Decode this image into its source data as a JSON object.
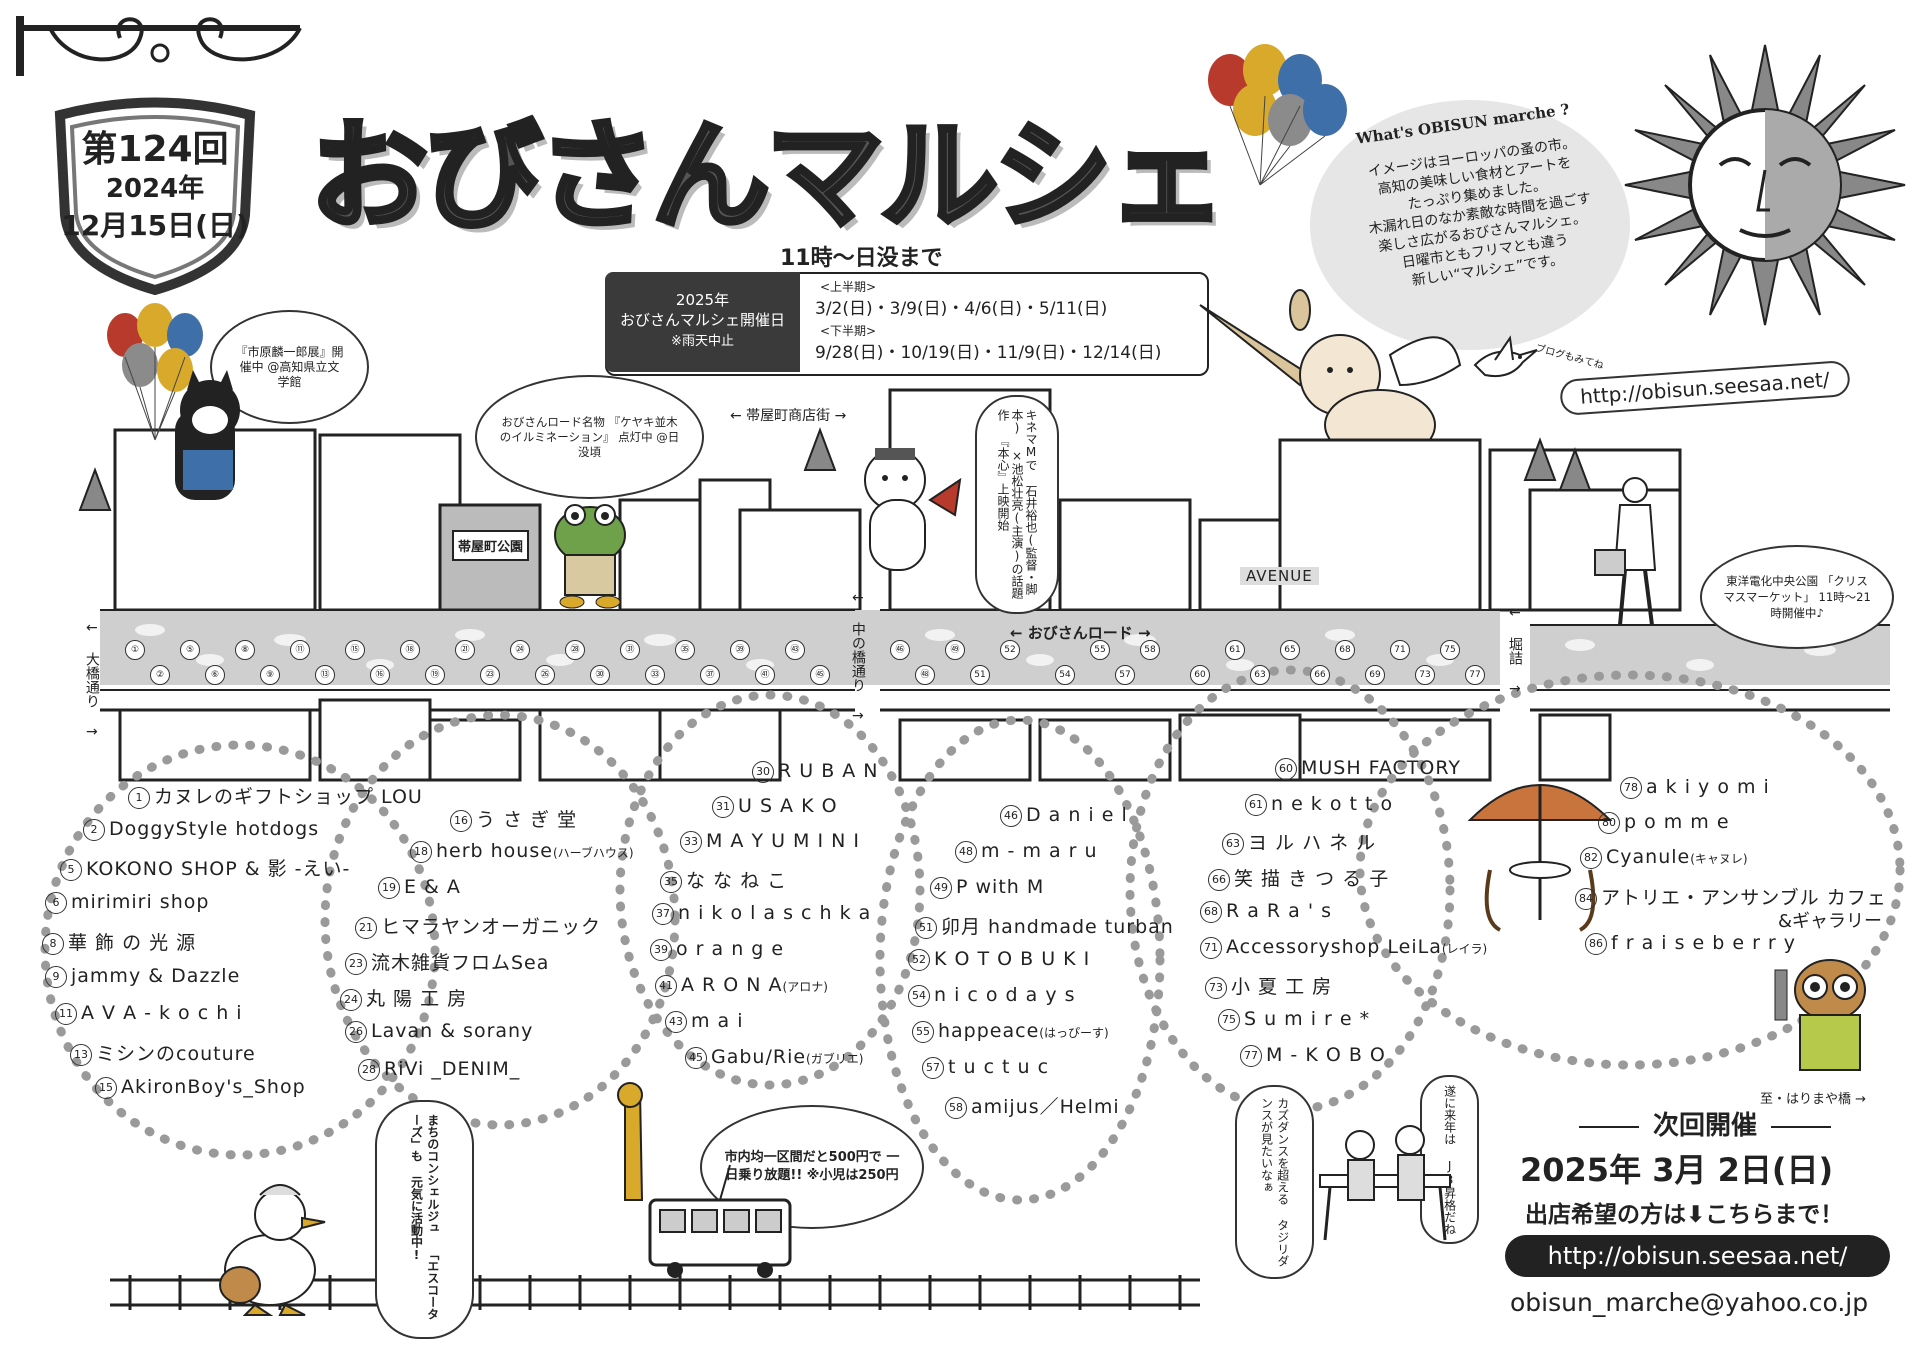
{
  "edition": {
    "number_label": "第124回",
    "year": "2024年",
    "date": "12月15日(日)"
  },
  "title": "おびさんマルシェ",
  "hours": "11時〜日没まで",
  "schedule": {
    "box_title_1": "2025年",
    "box_title_2": "おびさんマルシェ開催日",
    "rain_note": "※雨天中止",
    "first_half_label": "<上半期>",
    "first_half_dates": "3/2(日)・3/9(日)・4/6(日)・5/11(日)",
    "second_half_label": "<下半期>",
    "second_half_dates": "9/28(日)・10/19(日)・11/9(日)・12/14(日)"
  },
  "about": {
    "heading": "What's OBISUN marche ?",
    "lines": [
      "イメージはヨーロッパの蚤の市。",
      "高知の美味しい食材とアートを",
      "たっぷり集めました。",
      "木漏れ日のなか素敵な時間を過ごす",
      "楽しさ広がるおびさんマルシェ。",
      "日曜市ともフリマとも違う",
      "新しい“マルシェ”です。"
    ]
  },
  "blog": {
    "note": "ブログもみてね",
    "url": "http://obisun.seesaa.net/"
  },
  "callouts": {
    "museum": "『市原麟一郎展』開催中 @高知県立文学館",
    "illumination": "おびさんロード名物 『ケヤキ並木のイルミネーション』 点灯中 @日没頃",
    "cinema": "キネマMで 石井裕也(監督・脚本) ×池松壮亮(主演)の話題作 『本心』上映開始",
    "christmas": "東洋電化中央公園 「クリスマスマーケット」 11時〜21時開催中♪",
    "concierge": "まちのコンシェルジュ 「エスコーターズ」も 元気に活動中!",
    "tram": "市内均一区間だと500円で 一日乗り放題!! ※小児は250円",
    "dance": "カズダンスを超える タジリダンスが見たいなぁ",
    "j3": "遂に来年は J3昇格だね"
  },
  "map_labels": {
    "shotengai": "← 帯屋町商店街 →",
    "obisun_road": "← おびさんロード →",
    "park": "帯屋町公園",
    "avenue": "AVENUE",
    "ohashi": "← 大橋通り →",
    "nakanohashi": "← 中の橋通り →",
    "horizume": "← 堀詰 →",
    "harimaya": "至・はりまや橋 →"
  },
  "map_numbers_top": [
    "①",
    "⑤",
    "⑧",
    "⑪",
    "⑮",
    "⑱",
    "㉑",
    "㉔",
    "㉘",
    "㉛",
    "㉟",
    "㊴",
    "㊸",
    "㊻",
    "㊾",
    "52",
    "55",
    "58",
    "61",
    "65",
    "68",
    "71",
    "75"
  ],
  "map_numbers_bottom": [
    "②",
    "⑥",
    "⑨",
    "⑬",
    "⑯",
    "⑲",
    "㉓",
    "㉖",
    "㉚",
    "㉝",
    "㊲",
    "㊶",
    "㊺",
    "㊽",
    "51",
    "54",
    "57",
    "60",
    "63",
    "66",
    "69",
    "73",
    "77"
  ],
  "vendors_group1": [
    {
      "num": "1",
      "name": "カヌレのギフトショップ LOU"
    },
    {
      "num": "2",
      "name": "DoggyStyle hotdogs"
    },
    {
      "num": "5",
      "name": "KOKONO SHOP & 影 -えい-"
    },
    {
      "num": "6",
      "name": "mirimiri shop"
    },
    {
      "num": "8",
      "name": "華 飾 の 光 源"
    },
    {
      "num": "9",
      "name": "jammy & Dazzle"
    },
    {
      "num": "11",
      "name": "A V A - k o c h i"
    },
    {
      "num": "13",
      "name": "ミシンのcouture"
    },
    {
      "num": "15",
      "name": "AkironBoy's_Shop"
    }
  ],
  "vendors_group2": [
    {
      "num": "16",
      "name": "う さ ぎ 堂",
      "sub": ""
    },
    {
      "num": "18",
      "name": "herb house",
      "sub": "(ハーブハウス)"
    },
    {
      "num": "19",
      "name": "E & A",
      "sub": ""
    },
    {
      "num": "21",
      "name": "ヒマラヤンオーガニック",
      "sub": ""
    },
    {
      "num": "23",
      "name": "流木雑貨フロムSea",
      "sub": ""
    },
    {
      "num": "24",
      "name": "丸 陽 工 房",
      "sub": ""
    },
    {
      "num": "26",
      "name": "Lavan & sorany",
      "sub": ""
    },
    {
      "num": "28",
      "name": "RiVi _DENIM_",
      "sub": ""
    }
  ],
  "vendors_group3": [
    {
      "num": "30",
      "name": "R U B A N",
      "sub": ""
    },
    {
      "num": "31",
      "name": "U S A K O",
      "sub": ""
    },
    {
      "num": "33",
      "name": "M A Y U M I N I",
      "sub": ""
    },
    {
      "num": "35",
      "name": "な な ね こ",
      "sub": ""
    },
    {
      "num": "37",
      "name": "n i k o l a s c h k a",
      "sub": ""
    },
    {
      "num": "39",
      "name": "o r a n g e",
      "sub": ""
    },
    {
      "num": "41",
      "name": "A R O N A",
      "sub": "(アロナ)"
    },
    {
      "num": "43",
      "name": "m a i",
      "sub": ""
    },
    {
      "num": "45",
      "name": "Gabu/Rie",
      "sub": "(ガブリエ)"
    }
  ],
  "vendors_group4": [
    {
      "num": "46",
      "name": "D a n i e l",
      "sub": ""
    },
    {
      "num": "48",
      "name": "m - m a r u",
      "sub": ""
    },
    {
      "num": "49",
      "name": "P with M",
      "sub": ""
    },
    {
      "num": "51",
      "name": "卯月 handmade turban",
      "sub": ""
    },
    {
      "num": "52",
      "name": "K O T O B U K I",
      "sub": ""
    },
    {
      "num": "54",
      "name": "n i c o d a y s",
      "sub": ""
    },
    {
      "num": "55",
      "name": "happeace",
      "sub": "(はっぴーす)"
    },
    {
      "num": "57",
      "name": "t u c t u c",
      "sub": ""
    },
    {
      "num": "58",
      "name": "amijus／Helmi",
      "sub": ""
    }
  ],
  "vendors_group5": [
    {
      "num": "60",
      "name": "MUSH FACTORY",
      "sub": ""
    },
    {
      "num": "61",
      "name": "n e k o t t o",
      "sub": ""
    },
    {
      "num": "63",
      "name": "ヨ ル ハ ネ ル",
      "sub": ""
    },
    {
      "num": "66",
      "name": "笑 描 き つ る 子",
      "sub": ""
    },
    {
      "num": "68",
      "name": "R a R a ' s",
      "sub": ""
    },
    {
      "num": "71",
      "name": "Accessoryshop LeiLa",
      "sub": "(レイラ)"
    },
    {
      "num": "73",
      "name": "小 夏 工 房",
      "sub": ""
    },
    {
      "num": "75",
      "name": "S u m i r e *",
      "sub": ""
    },
    {
      "num": "77",
      "name": "M - K O B O",
      "sub": ""
    }
  ],
  "vendors_group6": [
    {
      "num": "78",
      "name": "a k i y o m i",
      "sub": ""
    },
    {
      "num": "80",
      "name": "p o m m e",
      "sub": ""
    },
    {
      "num": "82",
      "name": "Cyanule",
      "sub": "(キャヌレ)"
    },
    {
      "num": "84",
      "name": "アトリエ・アンサンブル カフェ",
      "sub": "&ギャラリー"
    },
    {
      "num": "86",
      "name": "f r a i s e b e r r y",
      "sub": ""
    }
  ],
  "next": {
    "heading": "次回開催",
    "date": "2025年 3月 2日(日)",
    "apply": "出店希望の方は⬇こちらまで！",
    "url": "http://obisun.seesaa.net/",
    "email": "obisun_marche@yahoo.co.jp"
  },
  "colors": {
    "balloon_red": "#b73a2c",
    "balloon_yellow": "#d9a92b",
    "balloon_blue": "#3f6fa8",
    "balloon_gray": "#8b8b8b",
    "ink": "#222222",
    "dot_gray": "#9a9a9a"
  },
  "icons": [
    "sun-icon",
    "balloon-icon",
    "cat-icon",
    "frog-icon",
    "bear-icon",
    "cherub-icon",
    "bird-icon",
    "duck-icon",
    "giraffe-icon",
    "tram-icon",
    "owl-icon",
    "parasol-icon",
    "tree-icon"
  ]
}
